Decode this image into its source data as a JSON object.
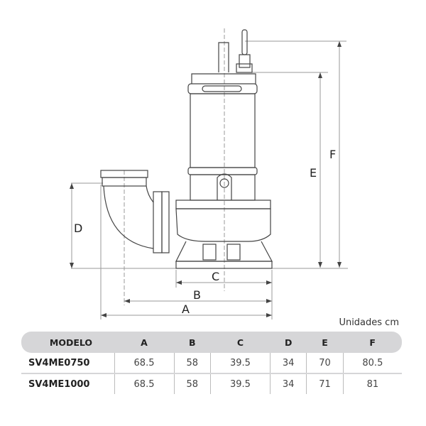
{
  "diagram": {
    "dimension_labels": {
      "A": "A",
      "B": "B",
      "C": "C",
      "D": "D",
      "E": "E",
      "F": "F"
    }
  },
  "units_label": "Unidades cm",
  "table": {
    "headers": [
      "MODELO",
      "A",
      "B",
      "C",
      "D",
      "E",
      "F"
    ],
    "rows": [
      [
        "SV4ME0750",
        "68.5",
        "58",
        "39.5",
        "34",
        "70",
        "80.5"
      ],
      [
        "SV4ME1000",
        "68.5",
        "58",
        "39.5",
        "34",
        "71",
        "81"
      ]
    ]
  },
  "colors": {
    "line": "#555555",
    "header_bg": "#d6d6d8",
    "dim": "#999999"
  }
}
